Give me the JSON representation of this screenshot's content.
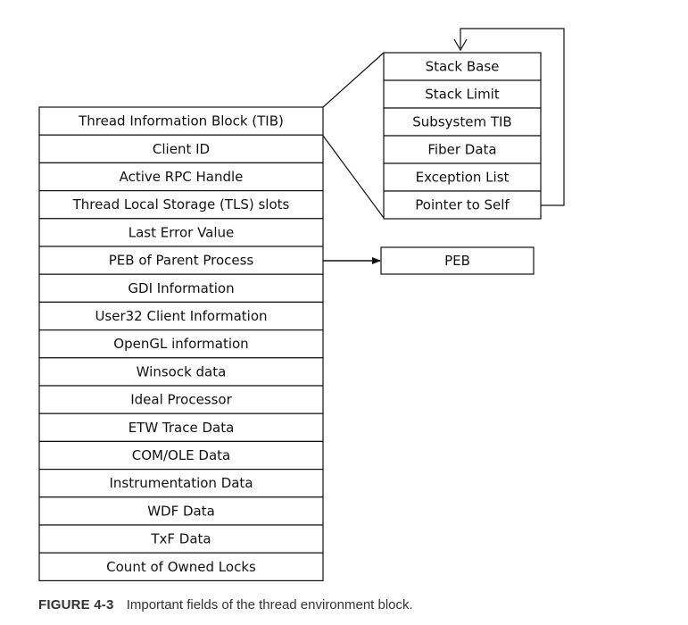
{
  "teb_fields": [
    "Thread Information Block (TIB)",
    "Client ID",
    "Active RPC Handle",
    "Thread Local Storage (TLS) slots",
    "Last Error Value",
    "PEB of Parent Process",
    "GDI Information",
    "User32 Client Information",
    "OpenGL information",
    "Winsock data",
    "Ideal Processor",
    "ETW Trace Data",
    "COM/OLE Data",
    "Instrumentation Data",
    "WDF Data",
    "TxF Data",
    "Count of Owned Locks"
  ],
  "tib_fields": [
    "Stack Base",
    "Stack Limit",
    "Subsystem TIB",
    "Fiber Data",
    "Exception List",
    "Pointer to Self"
  ],
  "peb_box": {
    "label": "PEB"
  },
  "caption": {
    "label": "FIGURE 4-3",
    "text": "Important fields of the thread environment block."
  }
}
